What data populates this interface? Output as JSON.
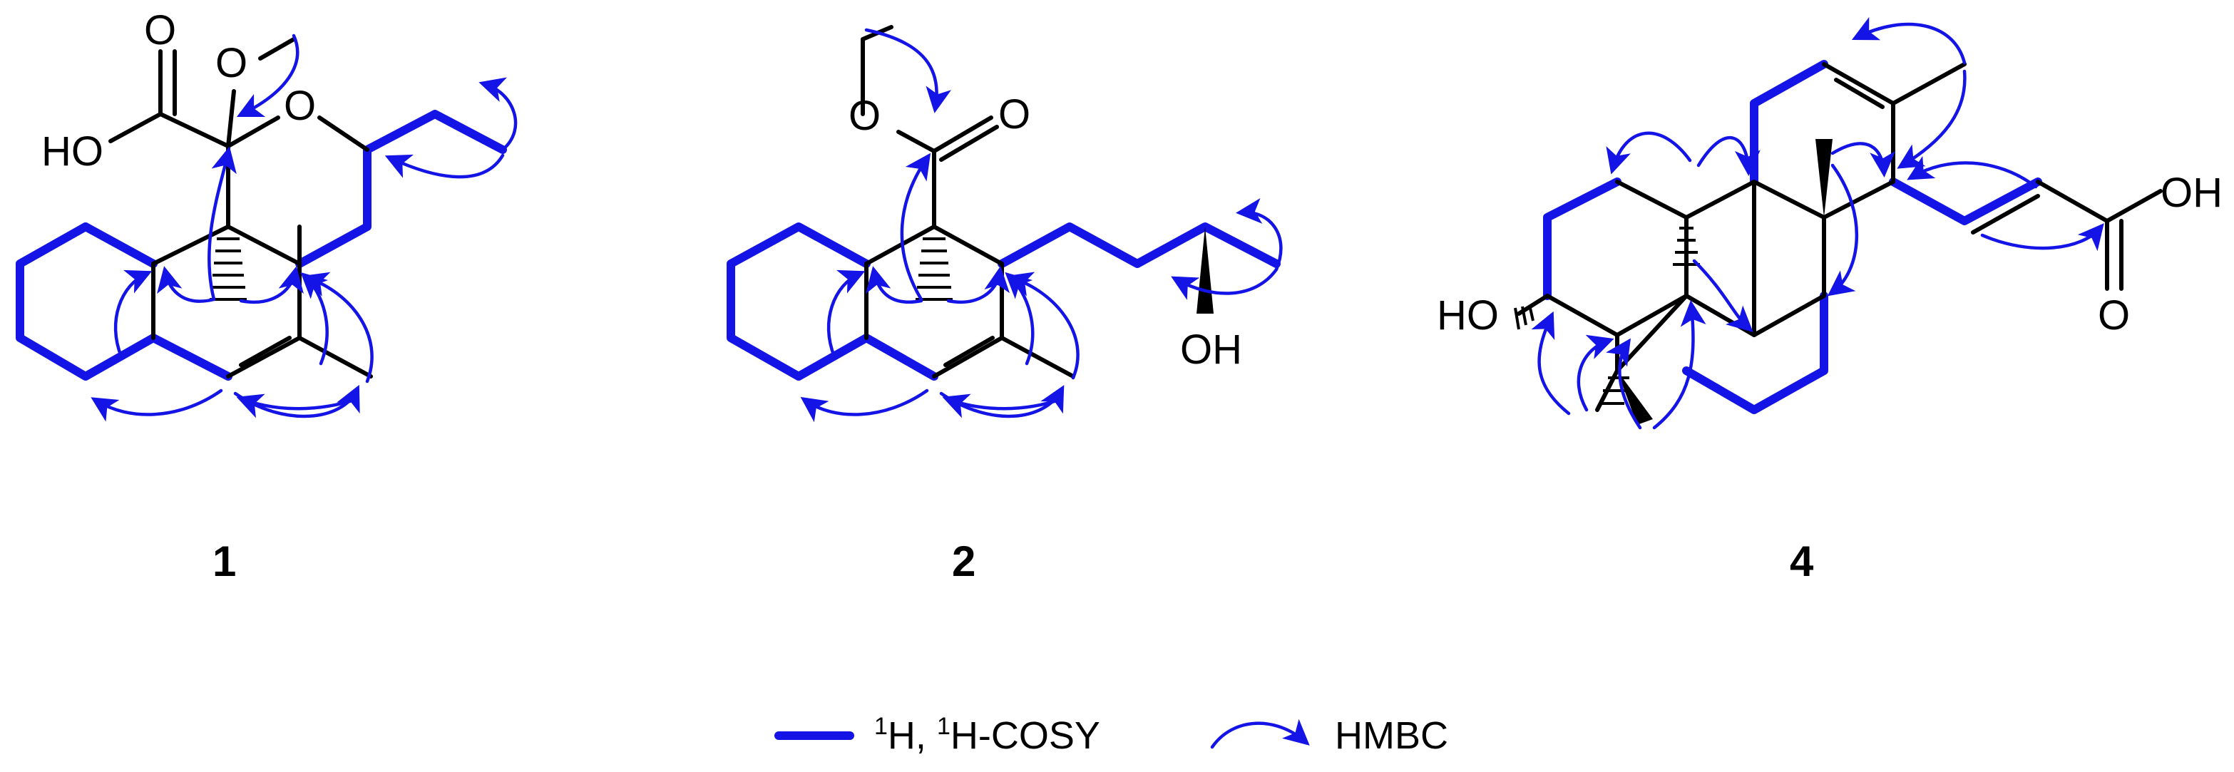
{
  "colors": {
    "cosy": "#1414e6",
    "hmbc": "#1414e6",
    "bond": "#000000",
    "background": "#ffffff"
  },
  "compounds": [
    {
      "label": "1",
      "atom_labels": [
        "O",
        "O",
        "O",
        "HO"
      ]
    },
    {
      "label": "2",
      "atom_labels": [
        "O",
        "O",
        "OH"
      ]
    },
    {
      "label": "4",
      "atom_labels": [
        "HO",
        "OH",
        "O"
      ]
    }
  ],
  "legend": {
    "cosy": {
      "sup1": "1",
      "h1": "H, ",
      "sup2": "1",
      "h2": "H-COSY"
    },
    "hmbc": {
      "label": "HMBC"
    }
  }
}
